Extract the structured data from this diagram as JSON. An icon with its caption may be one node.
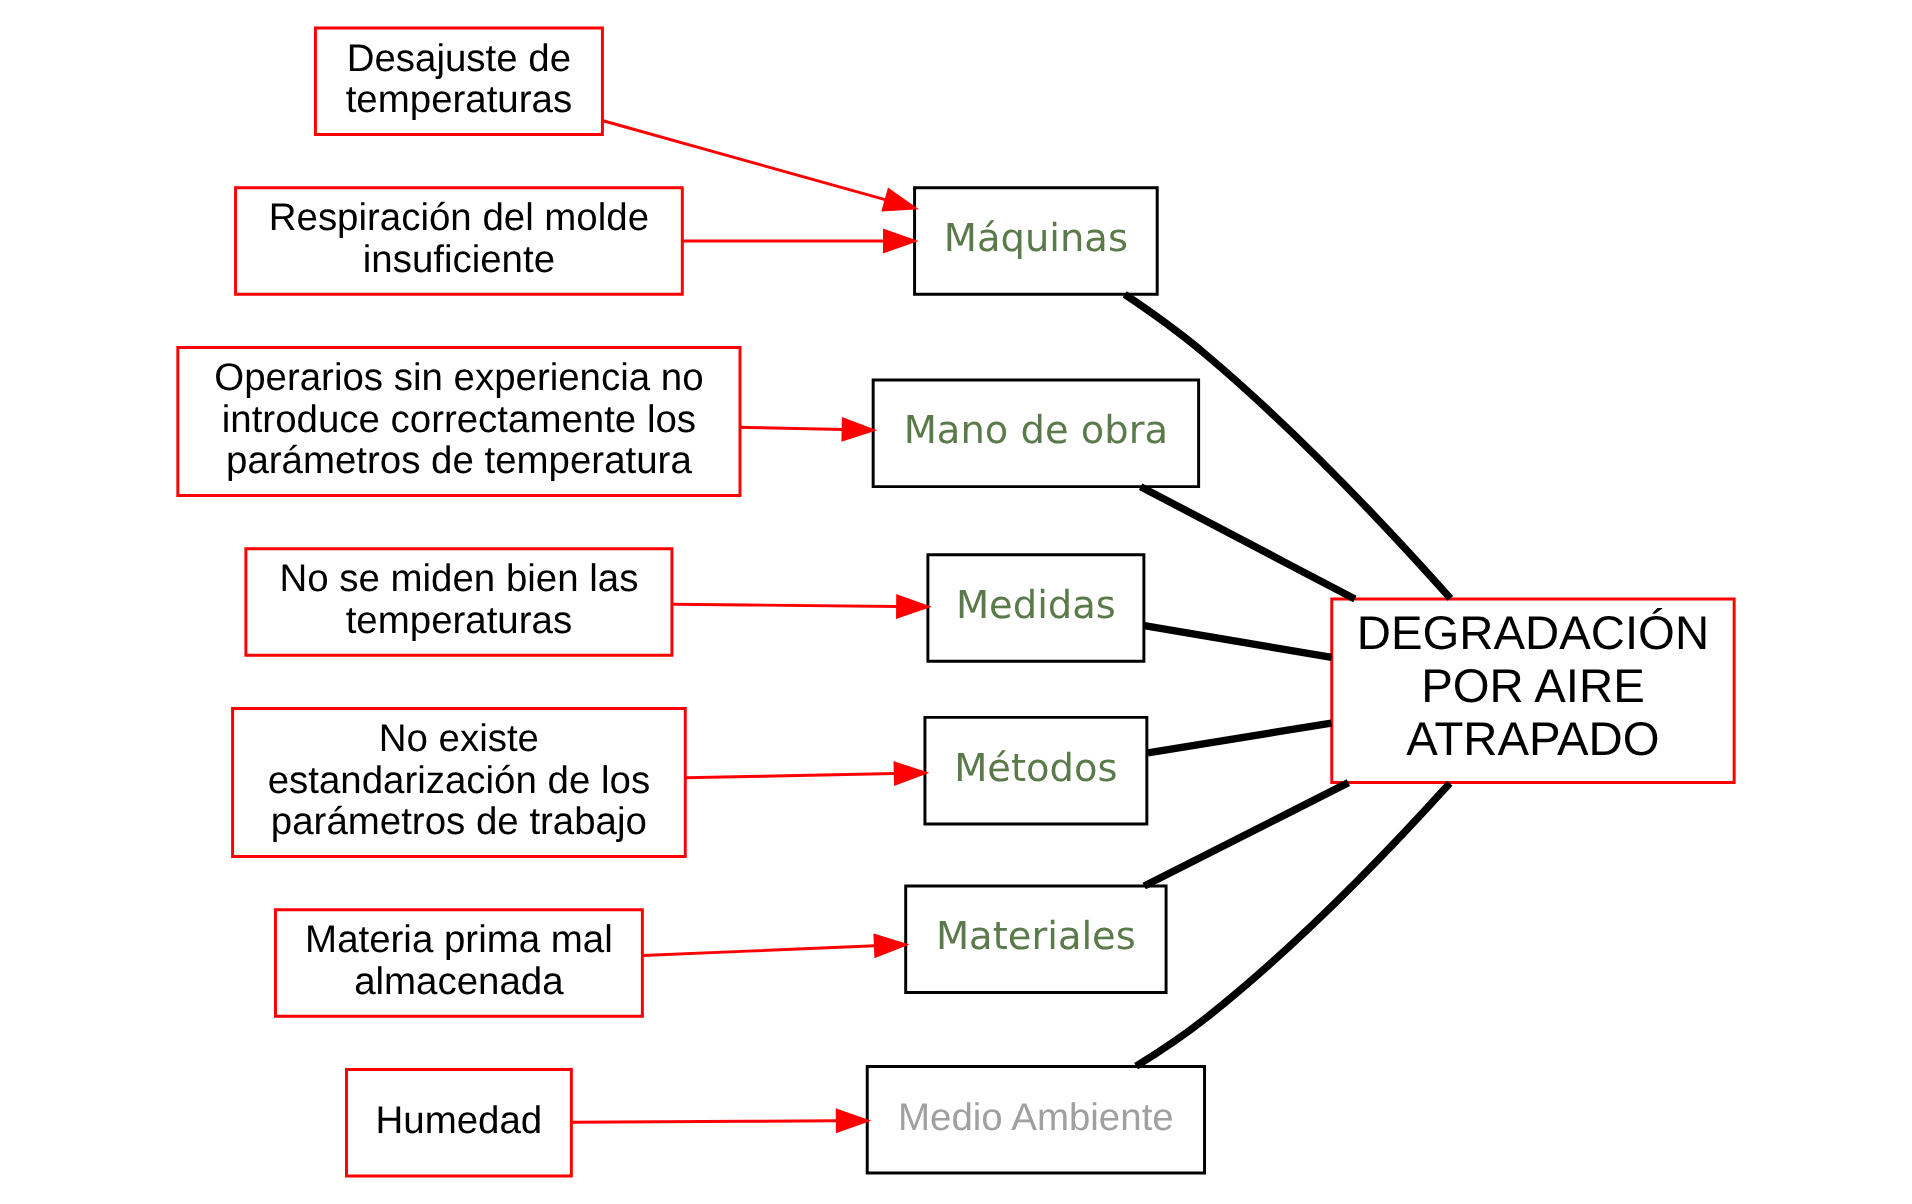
{
  "diagram": {
    "nodes": [
      {
        "text": [
          "Medio Ambiente"
        ]
      },
      {
        "text": [
          "Máquinas"
        ]
      },
      {
        "text": [
          "Mano de obra"
        ]
      },
      {
        "text": [
          "Humedad"
        ]
      },
      {
        "text": [
          "Desajuste de temperaturas"
        ]
      },
      {
        "text": [
          "Operarios sin experiencia no introduce correctamente los parámetros de temperatura"
        ]
      },
      {
        "text": [
          "Respiración del molde insuficiente"
        ]
      },
      {
        "text": [
          "DEGRADACIÓN POR AIRE ATRAPADO"
        ]
      },
      {
        "text": [
          "No se miden bien las temperaturas"
        ]
      },
      {
        "text": [
          "No existe estandarización de los parámetros de trabajo"
        ]
      },
      {
        "text": [
          "Materia prima mal almacenada"
        ]
      },
      {
        "text": [
          "Medidas"
        ]
      },
      {
        "text": [
          "Métodos"
        ]
      },
      {
        "text": [
          "Materiales"
        ]
      }
    ],
    "edges": [
      {
        "from": 0,
        "to": 7,
        "arrow": "none",
        "style": "thick",
        "color": "#000000"
      },
      {
        "from": 1,
        "to": 7,
        "arrow": "none",
        "style": "thick",
        "color": "#000000"
      },
      {
        "from": 2,
        "to": 7,
        "arrow": "none",
        "style": "thick",
        "color": "#000000"
      },
      {
        "from": 11,
        "to": 7,
        "arrow": "none",
        "style": "thick",
        "color": "#000000"
      },
      {
        "from": 12,
        "to": 7,
        "arrow": "none",
        "style": "thick",
        "color": "#000000"
      },
      {
        "from": 13,
        "to": 7,
        "arrow": "none",
        "style": "thick",
        "color": "#000000"
      },
      {
        "from": 3,
        "to": 0,
        "arrow": "to",
        "color": "#ff0000"
      },
      {
        "from": 4,
        "to": 1,
        "arrow": "to",
        "color": "#ff0000"
      },
      {
        "from": 6,
        "to": 1,
        "arrow": "to",
        "color": "#ff0000"
      },
      {
        "from": 5,
        "to": 2,
        "arrow": "to",
        "color": "#ff0000"
      },
      {
        "from": 8,
        "to": 11,
        "arrow": "to",
        "color": "#ff0000"
      },
      {
        "from": 9,
        "to": 12,
        "arrow": "to",
        "color": "#ff0000"
      },
      {
        "from": 10,
        "to": 13,
        "arrow": "to",
        "color": "#ff0000"
      }
    ]
  }
}
